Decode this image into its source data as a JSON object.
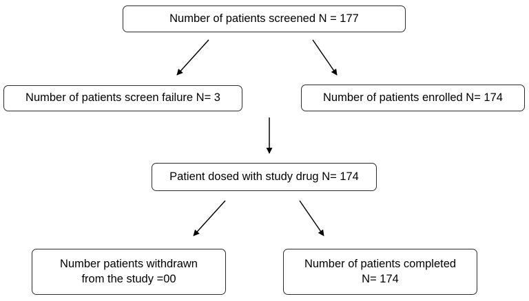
{
  "nodes": {
    "screened": {
      "text": "Number of patients screened N = 177"
    },
    "screen_failure": {
      "text": "Number of patients screen failure N= 3"
    },
    "enrolled": {
      "text": "Number of patients enrolled N= 174"
    },
    "dosed": {
      "text": "Patient dosed with study drug N= 174"
    },
    "withdrawn": {
      "line1": "Number patients withdrawn",
      "line2": "from the study =00"
    },
    "completed": {
      "line1": "Number of patients completed",
      "line2": "N= 174"
    }
  },
  "edges": [
    {
      "from": "screened",
      "to": "screen_failure"
    },
    {
      "from": "screened",
      "to": "enrolled"
    },
    {
      "from": "enrolled",
      "to": "dosed"
    },
    {
      "from": "dosed",
      "to": "withdrawn"
    },
    {
      "from": "dosed",
      "to": "completed"
    }
  ],
  "colors": {
    "border": "#2b2b2b",
    "arrow": "#000000",
    "background": "#ffffff"
  }
}
